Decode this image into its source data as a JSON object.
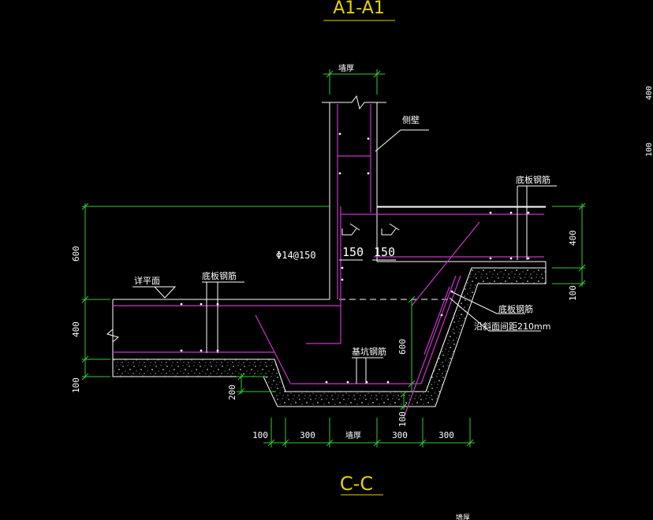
{
  "titles": {
    "top": "A1-A1",
    "bottom": "C-C"
  },
  "labels": {
    "wall_thickness_top": "墙厚",
    "side_wall": "侧壁",
    "bottom_rebar_right": "底板钢筋",
    "rebar_spec": "Φ14@150",
    "anchor_left": "150",
    "anchor_right": "150",
    "slab_top_surface": "详平面",
    "bottom_rebar_left": "底板钢筋",
    "bottom_rebar_slope": "底板钢筋",
    "slope_spacing_note": "沿斜面间距210mm",
    "pit_rebar": "基坑钢筋",
    "dim_bottom_wall": "墙厚",
    "stray_bottom": "墙厚"
  },
  "dimensions": {
    "left_600": "600",
    "left_400": "400",
    "left_100": "100",
    "right_400": "400",
    "right_100": "100",
    "pit_600": "600",
    "step_200": "200",
    "pit_bottom_100": "100",
    "bottom_chain": [
      "100",
      "300",
      "墙厚",
      "300",
      "300"
    ]
  },
  "edge_marks": {
    "top": "400",
    "bottom": "100"
  },
  "colors": {
    "background": "#000000",
    "concrete": "#ffffff",
    "rebar": "#cc33cc",
    "dimension": "#33cc33",
    "title": "#e6d200",
    "text": "#ffffff"
  }
}
